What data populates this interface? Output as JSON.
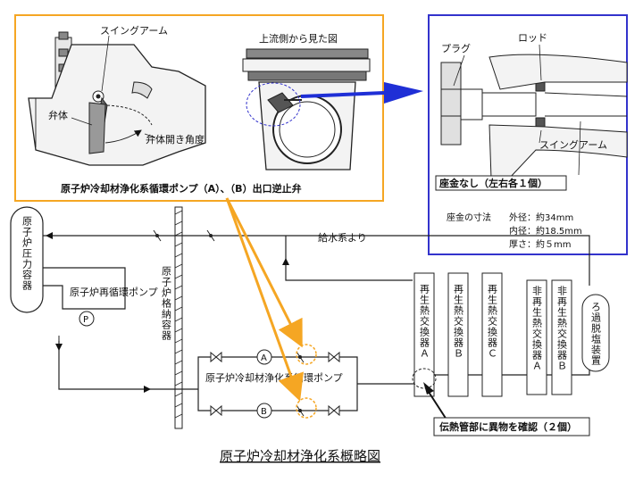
{
  "inset_left": {
    "label_swing_arm": "スイングアーム",
    "label_upstream_view": "上流側から見た図",
    "label_valve_body": "弁体",
    "label_open_angle": "弁体開き角度",
    "caption": "原子炉冷却材浄化系循環ポンプ（A）、（B）出口逆止弁",
    "border_color": "#f5a623"
  },
  "inset_right": {
    "label_plug": "プラグ",
    "label_rod": "ロッド",
    "label_swing_arm": "スイングアーム",
    "label_no_washer": "座金なし（左右各１個）",
    "washer_dims_title": "座金の寸法",
    "washer_outer": "外径：約34mm",
    "washer_inner": "内径：約18.5mm",
    "washer_thickness": "厚さ：約５mm",
    "border_color": "#3333cc"
  },
  "schematic": {
    "rpv": "原子炉圧力容器",
    "containment": "原子炉格納容器",
    "recirc_pump": "原子炉再循環ポンプ",
    "recirc_pump_symbol": "P",
    "feedwater": "給水系より",
    "cuw_pump": "原子炉冷却材浄化系循環ポンプ",
    "pump_a": "A",
    "pump_b": "B",
    "regen_hx_a": "再生熱交換器Ａ",
    "regen_hx_b": "再生熱交換器Ｂ",
    "regen_hx_c": "再生熱交換器Ｃ",
    "nonregen_hx_a": "非再生熱交換器Ａ",
    "nonregen_hx_b": "非再生熱交換器Ｂ",
    "filter_demin": "ろ過脱塩装置",
    "foreign_material_note": "伝熱管部に異物を確認（２個）",
    "title": "原子炉冷却材浄化系概略図",
    "accent_orange": "#f5a623",
    "accent_blue": "#1f2fd6"
  }
}
